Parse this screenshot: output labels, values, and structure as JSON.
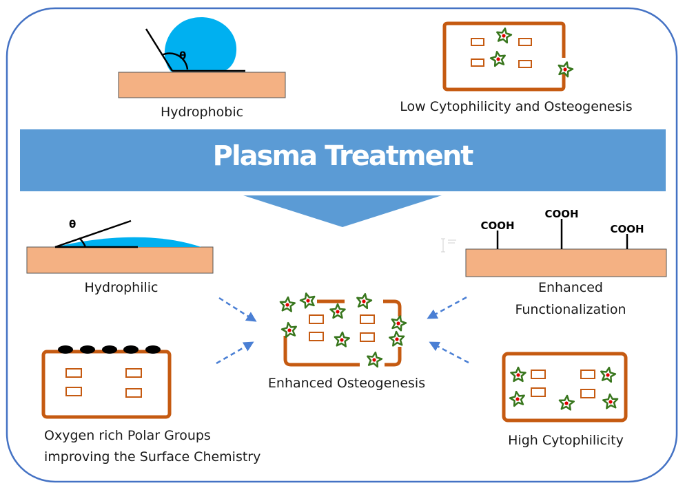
{
  "title": "Plasma Treatment",
  "before": {
    "contact_label": "Hydrophobic",
    "cell_label": "Low Cytophilicity and Osteogenesis",
    "angle_symbol": "θ"
  },
  "after": {
    "contact_label": "Hydrophilic",
    "angle_symbol": "θ",
    "functional_label_line1": "Enhanced",
    "functional_label_line2": "Functionalization",
    "functional_groups": [
      "COOH",
      "COOH",
      "COOH"
    ],
    "polar_label_line1": "Oxygen rich Polar Groups",
    "polar_label_line2": "improving the Surface Chemistry",
    "cytophilicity_label": "High Cytophilicity",
    "outcome_label": "Enhanced Osteogenesis"
  },
  "colors": {
    "substrate": "#f4b183",
    "droplet": "#00b0f0",
    "banner": "#5b9bd5",
    "cell_border": "#c55a11",
    "cell_star": "#38761d",
    "cell_nucleus": "#e00000",
    "frame": "#4472c4",
    "arrow": "#4a7fd4"
  }
}
